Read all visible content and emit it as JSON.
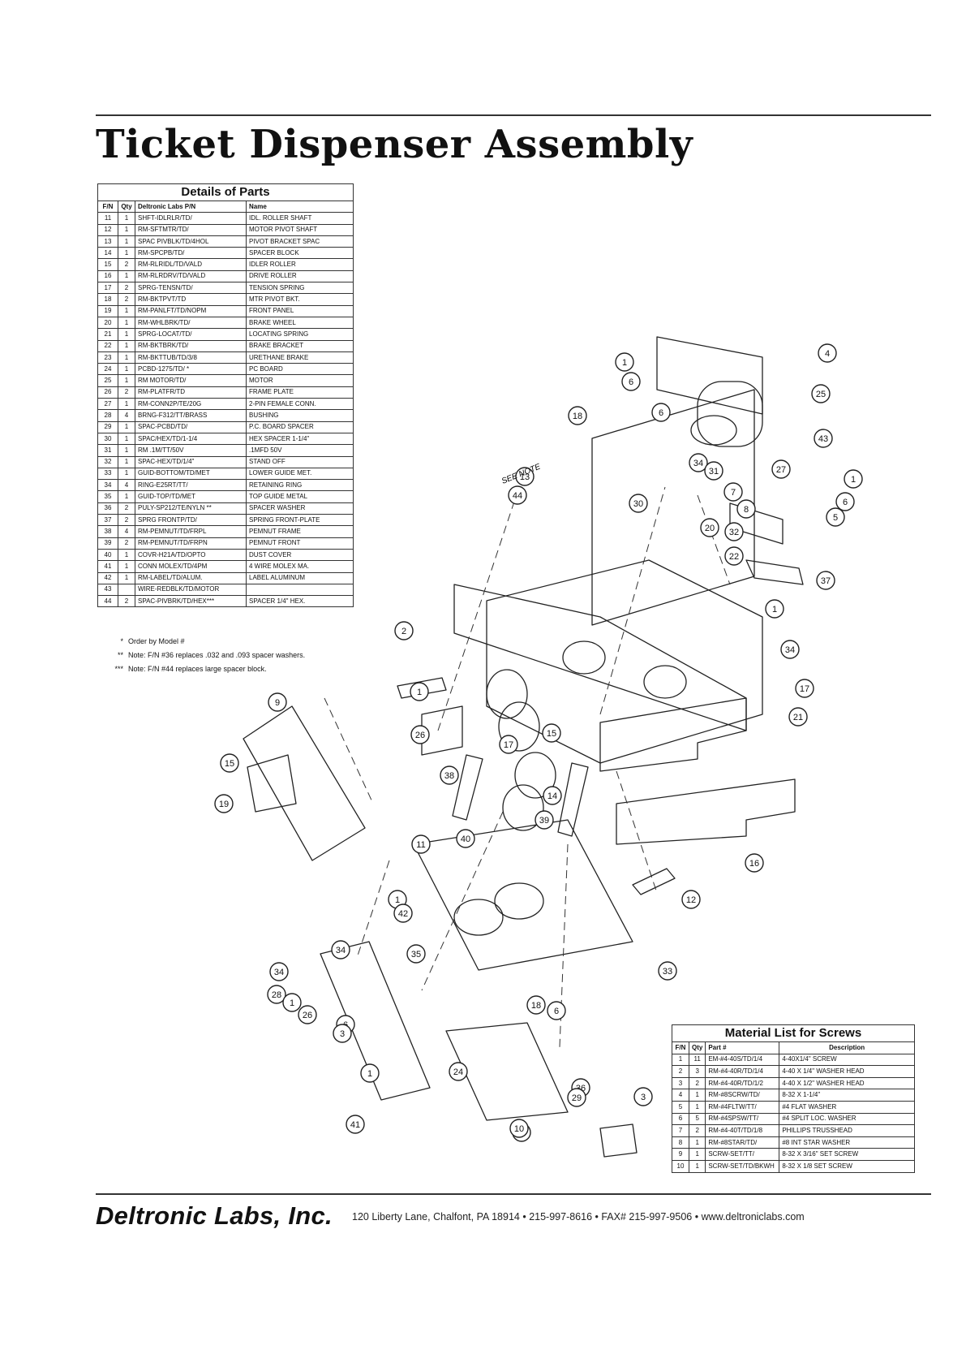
{
  "title": "Ticket Dispenser Assembly",
  "details_table": {
    "caption": "Details of Parts",
    "headers": [
      "F/N",
      "Qty",
      "Deltronic Labs P/N",
      "Name"
    ],
    "rows": [
      [
        "11",
        "1",
        "SHFT-IDLRLR/TD/",
        "IDL. ROLLER SHAFT"
      ],
      [
        "12",
        "1",
        "RM-SFTMTR/TD/",
        "MOTOR PIVOT SHAFT"
      ],
      [
        "13",
        "1",
        "SPAC PIVBLK/TD/4HOL",
        "PIVOT BRACKET SPAC"
      ],
      [
        "14",
        "1",
        "RM-SPCPB/TD/",
        "SPACER BLOCK"
      ],
      [
        "15",
        "2",
        "RM-RLRIDL/TD/VALD",
        "IDLER ROLLER"
      ],
      [
        "16",
        "1",
        "RM-RLRDRV/TD/VALD",
        "DRIVE ROLLER"
      ],
      [
        "17",
        "2",
        "SPRG-TENSN/TD/",
        "TENSION SPRING"
      ],
      [
        "18",
        "2",
        "RM-BKTPVT/TD",
        "MTR PIVOT BKT."
      ],
      [
        "19",
        "1",
        "RM-PANLFT/TD/NOPM",
        "FRONT PANEL"
      ],
      [
        "20",
        "1",
        "RM-WHLBRK/TD/",
        "BRAKE WHEEL"
      ],
      [
        "21",
        "1",
        "SPRG-LOCAT/TD/",
        "LOCATING SPRING"
      ],
      [
        "22",
        "1",
        "RM-BKTBRK/TD/",
        "BRAKE BRACKET"
      ],
      [
        "23",
        "1",
        "RM-BKTTUB/TD/3/8",
        "URETHANE BRAKE"
      ],
      [
        "24",
        "1",
        "PCBD-1275/TD/ *",
        "PC BOARD"
      ],
      [
        "25",
        "1",
        "RM MOTOR/TD/",
        "MOTOR"
      ],
      [
        "26",
        "2",
        "RM-PLATFR/TD",
        "FRAME PLATE"
      ],
      [
        "27",
        "1",
        "RM-CONN2P/TE/20G",
        "2-PIN FEMALE CONN."
      ],
      [
        "28",
        "4",
        "BRNG-F312/TT/BRASS",
        "BUSHING"
      ],
      [
        "29",
        "1",
        "SPAC-PCBD/TD/",
        "P.C. BOARD SPACER"
      ],
      [
        "30",
        "1",
        "SPAC/HEX/TD/1-1/4",
        "HEX SPACER 1-1/4\""
      ],
      [
        "31",
        "1",
        "RM .1M/TT/50V",
        ".1MFD 50V"
      ],
      [
        "32",
        "1",
        "SPAC-HEX/TD/1/4\"",
        "STAND OFF"
      ],
      [
        "33",
        "1",
        "GUID-BOTTOM/TD/MET",
        "LOWER GUIDE MET."
      ],
      [
        "34",
        "4",
        "RING-E25RT/TT/",
        "RETAINING RING"
      ],
      [
        "35",
        "1",
        "GUID-TOP/TD/MET",
        "TOP GUIDE METAL"
      ],
      [
        "36",
        "2",
        "PULY-SP212/TE/NYLN **",
        "SPACER WASHER"
      ],
      [
        "37",
        "2",
        "SPRG FRONTP/TD/",
        "SPRING FRONT-PLATE"
      ],
      [
        "38",
        "4",
        "RM-PEMNUT/TD/FRPL",
        "PEMNUT FRAME"
      ],
      [
        "39",
        "2",
        "RM-PEMNUT/TD/FRPN",
        "PEMNUT FRONT"
      ],
      [
        "40",
        "1",
        "COVR-H21A/TD/OPTO",
        "DUST COVER"
      ],
      [
        "41",
        "1",
        "CONN MOLEX/TD/4PM",
        "4 WIRE MOLEX MA."
      ],
      [
        "42",
        "1",
        "RM-LABEL/TD/ALUM.",
        "LABEL ALUMINUM"
      ],
      [
        "43",
        "",
        "WIRE-REDBLK/TD/MOTOR",
        ""
      ],
      [
        "44",
        "2",
        "SPAC-PIVBRK/TD/HEX***",
        "SPACER 1/4\" HEX."
      ]
    ]
  },
  "notes": [
    {
      "marker": "*",
      "text": "Order by Model #"
    },
    {
      "marker": "**",
      "text": "Note:  F/N #36 replaces .032 and .093 spacer washers."
    },
    {
      "marker": "***",
      "text": "Note:  F/N #44 replaces large spacer block."
    }
  ],
  "screws_table": {
    "caption": "Material List for Screws",
    "headers": [
      "F/N",
      "Qty",
      "Part #",
      "Description"
    ],
    "rows": [
      [
        "1",
        "11",
        "EM-#4-40S/TD/1/4",
        "4-40X1/4\" SCREW"
      ],
      [
        "2",
        "3",
        "RM-#4-40R/TD/1/4",
        "4-40 X 1/4\" WASHER HEAD"
      ],
      [
        "3",
        "2",
        "RM-#4-40R/TD/1/2",
        "4-40 X 1/2\" WASHER HEAD"
      ],
      [
        "4",
        "1",
        "RM-#8SCRW/TD/",
        "8-32 X 1-1/4\""
      ],
      [
        "5",
        "1",
        "RM-#4FLTW/TT/",
        "#4 FLAT WASHER"
      ],
      [
        "6",
        "5",
        "RM-#4SPSW/TT/",
        "#4 SPLIT LOC. WASHER"
      ],
      [
        "7",
        "2",
        "RM-#4-40T/TD/1/8",
        "PHILLIPS TRUSSHEAD"
      ],
      [
        "8",
        "1",
        "RM-#8STAR/TD/",
        "#8 INT STAR WASHER"
      ],
      [
        "9",
        "1",
        "SCRW-SET/TT/",
        "8-32 X 3/16\" SET SCREW"
      ],
      [
        "10",
        "1",
        "SCRW-SET/TD/BKWH",
        "8-32 X 1/8 SET SCREW"
      ]
    ]
  },
  "diagram": {
    "see_note": "SEE NOTE",
    "callouts": [
      "4",
      "25",
      "1",
      "6",
      "6",
      "18",
      "43",
      "34",
      "31",
      "27",
      "1",
      "6",
      "7",
      "8",
      "5",
      "44",
      "13",
      "30",
      "32",
      "20",
      "22",
      "37",
      "1",
      "34",
      "17",
      "21",
      "2",
      "1",
      "26",
      "15",
      "17",
      "14",
      "9",
      "15",
      "19",
      "38",
      "39",
      "40",
      "11",
      "16",
      "12",
      "33",
      "1",
      "35",
      "34",
      "28",
      "26",
      "6",
      "1",
      "6",
      "18",
      "36",
      "29",
      "24",
      "23",
      "3",
      "41",
      "3",
      "1",
      "34",
      "42",
      "10"
    ]
  },
  "footer": {
    "company": "Deltronic Labs, Inc.",
    "address": "120 Liberty Lane, Chalfont, PA 18914 • 215-997-8616 • FAX# 215-997-9506 • www.deltroniclabs.com"
  }
}
